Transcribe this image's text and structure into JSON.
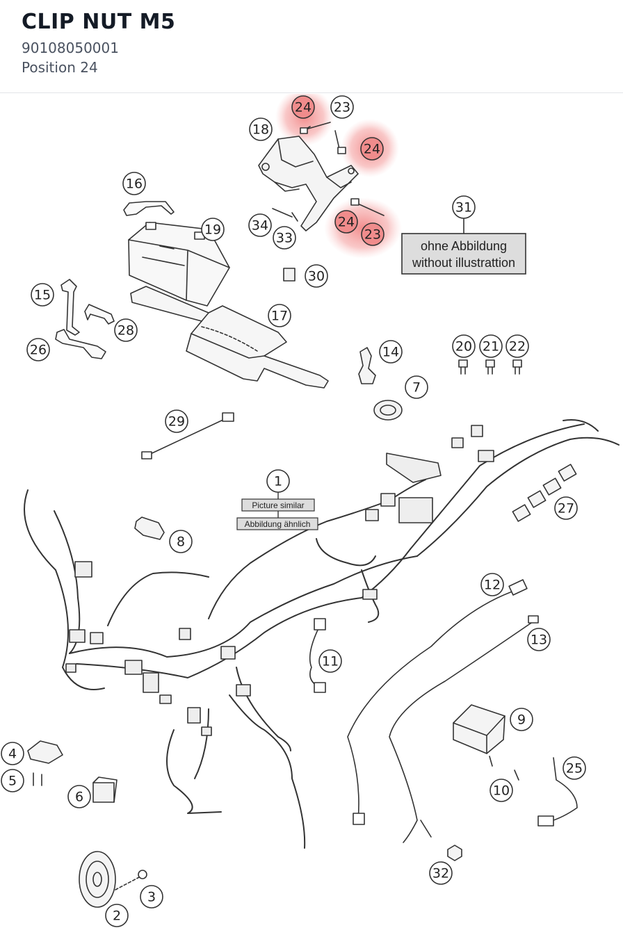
{
  "header": {
    "title": "CLIP NUT M5",
    "part_number": "90108050001",
    "position": "Position 24"
  },
  "colors": {
    "highlight": "#f08c8c",
    "stroke": "#333333",
    "box_fill": "#dddddd"
  },
  "callouts": [
    {
      "n": "24",
      "highlighted": true
    },
    {
      "n": "23",
      "highlighted": false
    },
    {
      "n": "18",
      "highlighted": false
    },
    {
      "n": "24",
      "highlighted": true
    },
    {
      "n": "16",
      "highlighted": false
    },
    {
      "n": "19",
      "highlighted": false
    },
    {
      "n": "34",
      "highlighted": false
    },
    {
      "n": "33",
      "highlighted": false
    },
    {
      "n": "24",
      "highlighted": true
    },
    {
      "n": "23",
      "highlighted": true
    },
    {
      "n": "31",
      "highlighted": false
    },
    {
      "n": "30",
      "highlighted": false
    },
    {
      "n": "15",
      "highlighted": false
    },
    {
      "n": "17",
      "highlighted": false
    },
    {
      "n": "28",
      "highlighted": false
    },
    {
      "n": "26",
      "highlighted": false
    },
    {
      "n": "14",
      "highlighted": false
    },
    {
      "n": "20",
      "highlighted": false
    },
    {
      "n": "21",
      "highlighted": false
    },
    {
      "n": "22",
      "highlighted": false
    },
    {
      "n": "7",
      "highlighted": false
    },
    {
      "n": "29",
      "highlighted": false
    },
    {
      "n": "1",
      "highlighted": false
    },
    {
      "n": "27",
      "highlighted": false
    },
    {
      "n": "8",
      "highlighted": false
    },
    {
      "n": "12",
      "highlighted": false
    },
    {
      "n": "13",
      "highlighted": false
    },
    {
      "n": "11",
      "highlighted": false
    },
    {
      "n": "9",
      "highlighted": false
    },
    {
      "n": "4",
      "highlighted": false
    },
    {
      "n": "25",
      "highlighted": false
    },
    {
      "n": "5",
      "highlighted": false
    },
    {
      "n": "6",
      "highlighted": false
    },
    {
      "n": "10",
      "highlighted": false
    },
    {
      "n": "32",
      "highlighted": false
    },
    {
      "n": "3",
      "highlighted": false
    },
    {
      "n": "2",
      "highlighted": false
    }
  ],
  "notes": {
    "ohne_abbildung": "ohne Abbildung",
    "without_illustration": "without illustrattion",
    "picture_similar": "Picture similar",
    "abbildung_aehnlich": "Abbildung ähnlich"
  }
}
